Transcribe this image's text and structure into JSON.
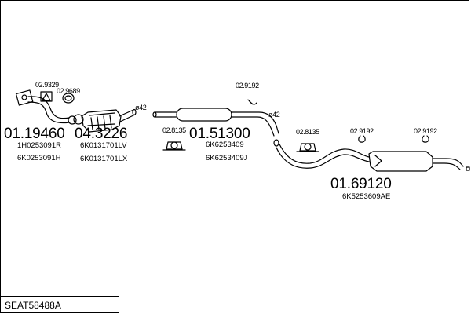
{
  "title": "SEAT58488A",
  "groups": [
    {
      "part": "01.19460",
      "refs": [
        "1H0253091R",
        "6K0253091H"
      ]
    },
    {
      "part": "04.3226",
      "refs": [
        "6K0131701LV",
        "6K0131701LX"
      ]
    },
    {
      "part": "01.51300",
      "refs": [
        "6K6253409",
        "6K6253409J"
      ]
    },
    {
      "part": "01.69120",
      "refs": [
        "6K5253609AE"
      ]
    }
  ],
  "accessories": [
    "02.9329",
    "02.9689",
    "02.8135",
    "02.9192",
    "02.8135",
    "02.9192",
    "02.9192"
  ],
  "diameters": [
    "ø42",
    "ø42"
  ]
}
